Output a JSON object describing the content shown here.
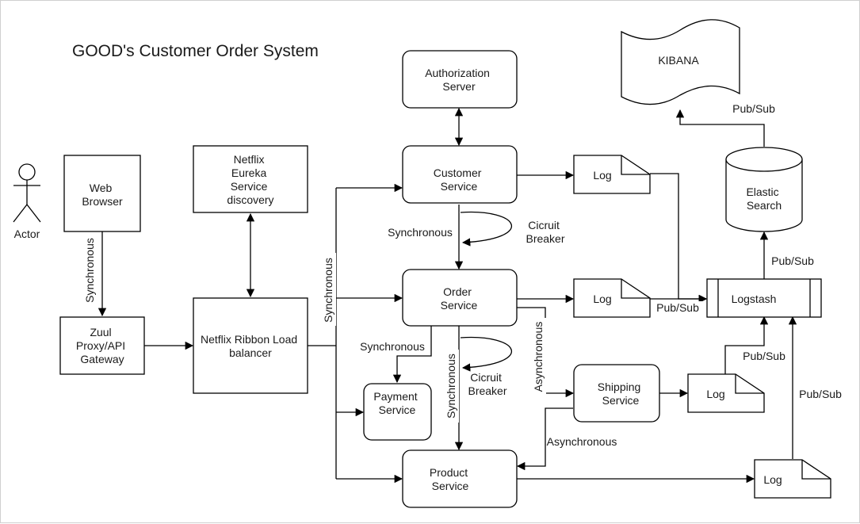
{
  "title": "GOOD's Customer Order System",
  "nodes": {
    "actor": "Actor",
    "web_browser": [
      "Web",
      "Browser"
    ],
    "zuul": [
      "Zuul",
      "Proxy/API",
      "Gateway"
    ],
    "eureka": [
      "Netflix",
      "Eureka",
      "Service",
      "discovery"
    ],
    "ribbon": [
      "Netflix Ribbon Load",
      "balancer"
    ],
    "auth": [
      "Authorization",
      "Server"
    ],
    "customer": [
      "Customer",
      "Service"
    ],
    "order": [
      "Order",
      "Service"
    ],
    "payment": [
      "Payment",
      "Service"
    ],
    "product": [
      "Product",
      "Service"
    ],
    "shipping": [
      "Shipping",
      "Service"
    ],
    "log": "Log",
    "elastic": [
      "Elastic",
      "Search"
    ],
    "logstash": "Logstash",
    "kibana": "KIBANA"
  },
  "edge_labels": {
    "synchronous": "Synchronous",
    "asynchronous": "Asynchronous",
    "pubsub": "Pub/Sub",
    "circuit_breaker": [
      "Cicruit",
      "Breaker"
    ]
  }
}
